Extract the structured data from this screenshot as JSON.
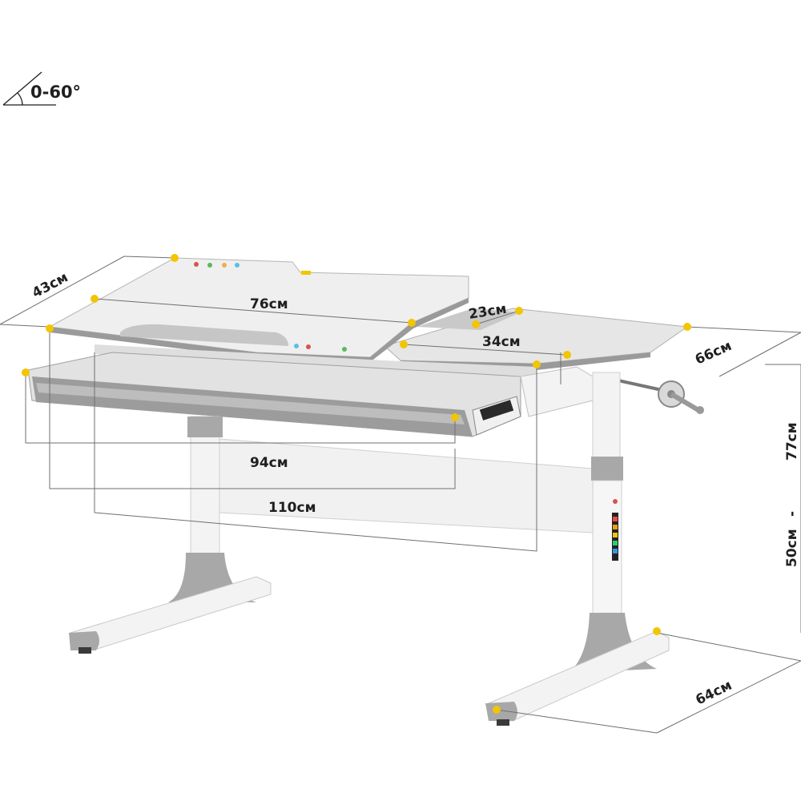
{
  "angle_label": "0-60°",
  "dimensions": {
    "depth_top": "43см",
    "tilt_width": "76см",
    "shelf_depth": "23см",
    "shelf_width": "34см",
    "desk_depth": "66см",
    "drawer_width": "94см",
    "total_width": "110см",
    "height_max": "77см",
    "height_dash": "-",
    "height_min": "50см",
    "base_depth": "64см"
  },
  "colors": {
    "marker": "#f2c500",
    "desk_top": "#eeeeee",
    "trim": "#9a9a9a",
    "frame": "#f4f4f4",
    "foot": "#a8a8a8"
  }
}
